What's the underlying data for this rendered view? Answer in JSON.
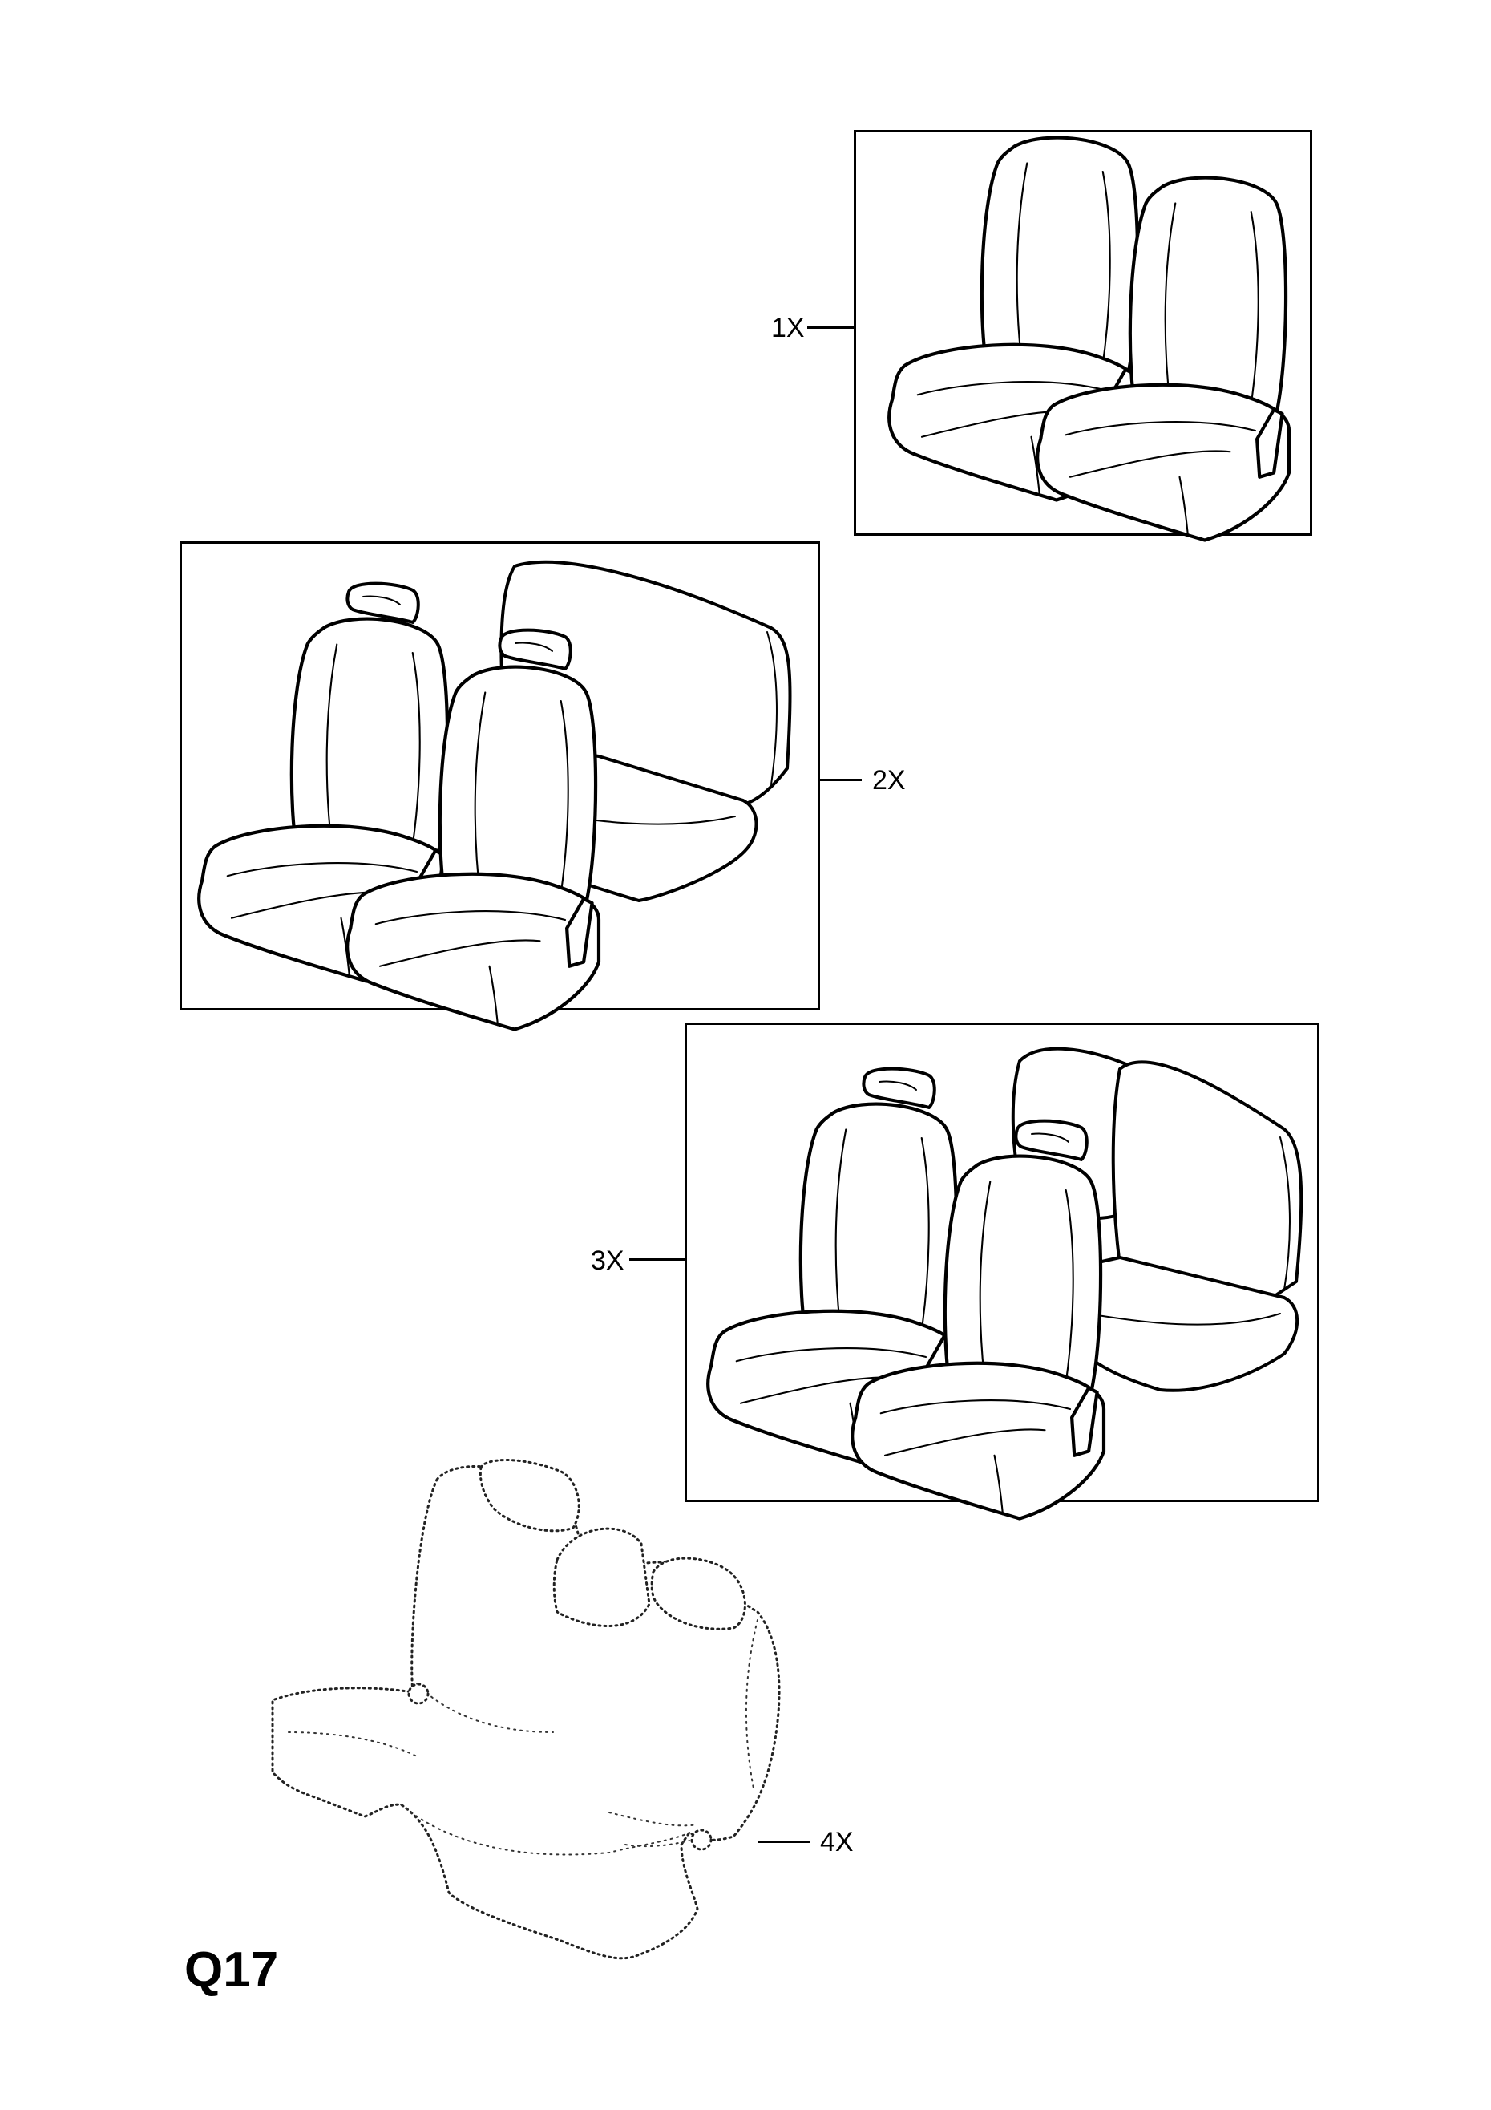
{
  "page_code": "Q17",
  "callouts": {
    "item1": "1X",
    "item2": "2X",
    "item3": "3X",
    "item4": "4X"
  }
}
